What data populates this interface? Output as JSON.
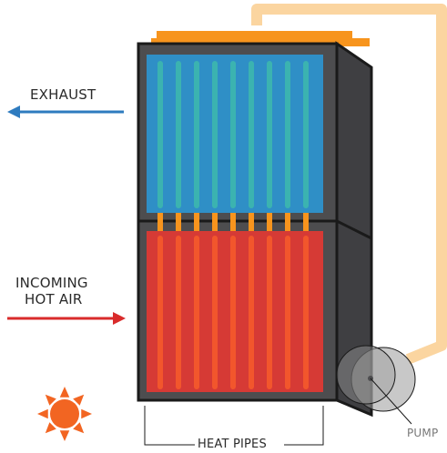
{
  "labels": {
    "exhaust": "EXHAUST",
    "incoming_line1": "INCOMING",
    "incoming_line2": "HOT AIR",
    "heat_pipes": "HEAT PIPES",
    "pump": "PUMP"
  },
  "colors": {
    "cabinet_front": "#4d4d4f",
    "cabinet_side": "#3f3f42",
    "outline": "#1a1a1a",
    "cold_panel": "#2f8fc6",
    "cold_pipe": "#3bb3b0",
    "hot_panel": "#d63a35",
    "hot_pipe": "#f2562c",
    "pipe_joint": "#f7941d",
    "top_pipe": "#f7941d",
    "return_pipe": "#fbd5a0",
    "exhaust_arrow": "#2e7bbf",
    "incoming_arrow": "#d92b2b",
    "sun": "#f26522",
    "pump_fill": "#9a9a9a"
  },
  "icons": {
    "sun": "sun-icon",
    "pump": "pump-icon"
  }
}
